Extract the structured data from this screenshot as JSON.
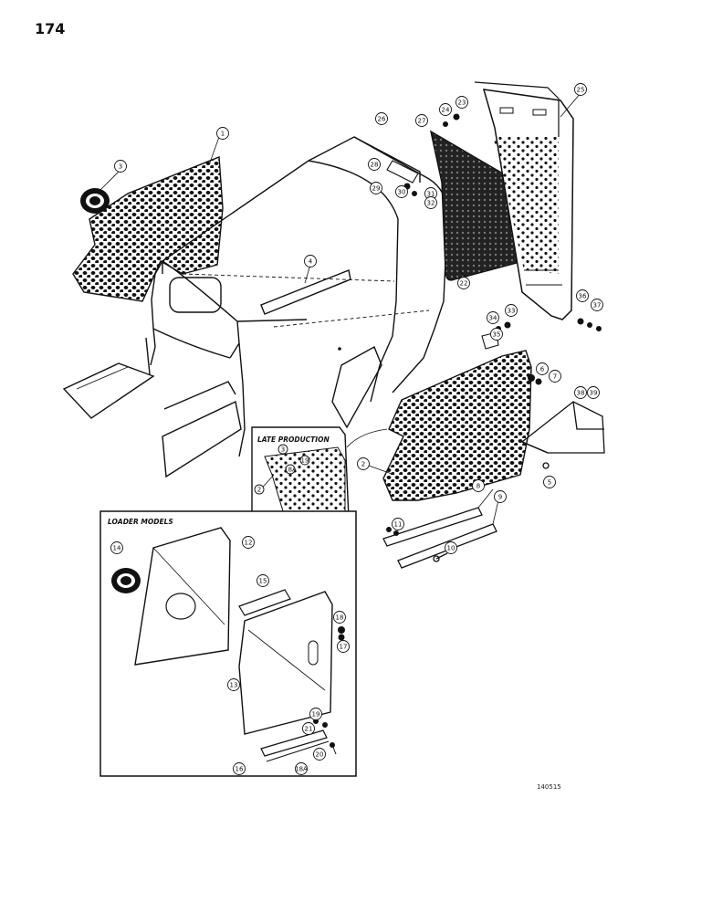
{
  "page_number": "174",
  "figure_id": "140515",
  "inset_late": {
    "title": "LATE PRODUCTION"
  },
  "inset_loader": {
    "title": "LOADER MODELS"
  },
  "callouts_main": [
    "1",
    "3",
    "4",
    "2",
    "22",
    "23",
    "24",
    "25",
    "26",
    "27",
    "28",
    "29",
    "30",
    "31",
    "32",
    "33",
    "34",
    "35",
    "36",
    "37",
    "38",
    "39",
    "5",
    "6",
    "7",
    "8",
    "9",
    "10",
    "11"
  ],
  "callouts_late": [
    "3",
    "2",
    "18A",
    "19"
  ],
  "callouts_loader": [
    "12",
    "13",
    "14",
    "15",
    "16",
    "17",
    "18",
    "18A",
    "19",
    "20",
    "21"
  ],
  "colors": {
    "ink": "#111111",
    "paper": "#ffffff"
  }
}
